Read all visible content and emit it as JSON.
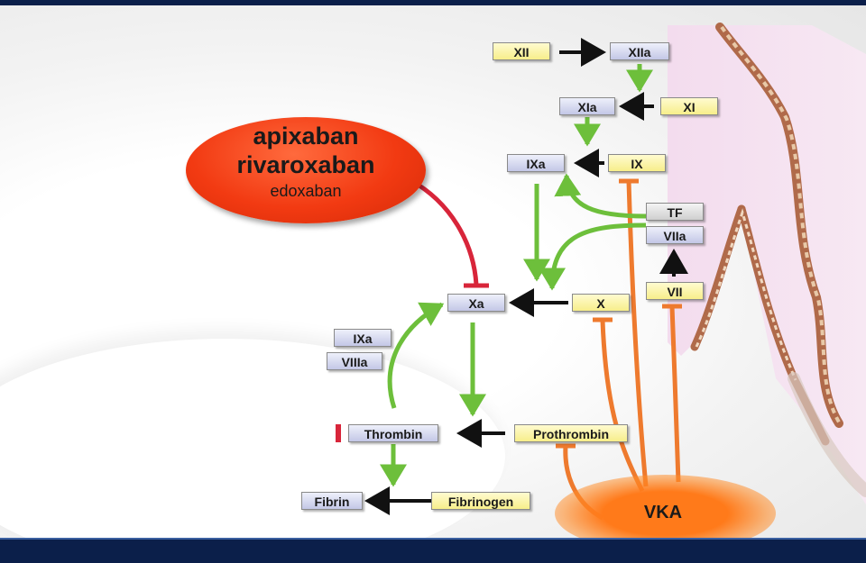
{
  "drug_oval": {
    "line1": "apixaban",
    "line2": "rivaroxaban",
    "line3": "edoxaban"
  },
  "factors": {
    "xii": "XII",
    "xiia": "XIIa",
    "xia": "XIa",
    "xi": "XI",
    "ixa": "IXa",
    "ix": "IX",
    "tf": "TF",
    "viia": "VIIa",
    "vii": "VII",
    "xa": "Xa",
    "x": "X",
    "ixa_cofactor": "IXa",
    "viiia_cofactor": "VIIIa",
    "thrombin": "Thrombin",
    "prothrombin": "Prothrombin",
    "fibrin": "Fibrin",
    "fibrinogen": "Fibrinogen"
  },
  "vka": "VKA",
  "colors": {
    "activation_arrow": "#6dbf3b",
    "conversion_arrow": "#111111",
    "vka_inhibition": "#ee7a2e",
    "drug_inhibition": "#d8253a",
    "drug_oval": "#f23a12",
    "frame": "#0b1f4a",
    "vessel_tissue": "#f2d6ea"
  }
}
